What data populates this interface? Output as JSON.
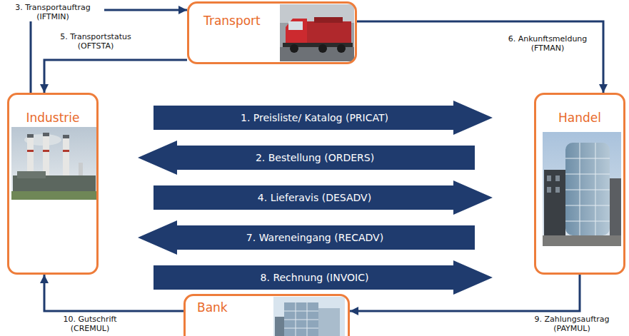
{
  "diagram": {
    "nodes": [
      {
        "text": [
          "Transport"
        ]
      },
      {
        "text": [
          "Industrie"
        ]
      },
      {
        "text": [
          "Handel"
        ]
      },
      {
        "text": [
          "Bank"
        ]
      }
    ],
    "edges": [
      {
        "from": 1,
        "to": 2,
        "arrow": "to",
        "label": "1. Preisliste/ Katalog (PRICAT)"
      },
      {
        "from": 2,
        "to": 1,
        "arrow": "to",
        "label": "2. Bestellung (ORDERS)"
      },
      {
        "from": 1,
        "to": 0,
        "arrow": "to",
        "label": "3. Transportauftrag (IFTMIN)"
      },
      {
        "from": 1,
        "to": 2,
        "arrow": "to",
        "label": "4. Lieferavis (DESADV)"
      },
      {
        "from": 0,
        "to": 1,
        "arrow": "to",
        "label": "5. Transportstatus (OFTSTA)"
      },
      {
        "from": 0,
        "to": 2,
        "arrow": "to",
        "label": "6. Ankunftsmeldung (FTMAN)"
      },
      {
        "from": 2,
        "to": 1,
        "arrow": "to",
        "label": "7. Wareneingang (RECADV)"
      },
      {
        "from": 1,
        "to": 2,
        "arrow": "to",
        "label": "8. Rechnung (INVOIC)"
      },
      {
        "from": 2,
        "to": 3,
        "arrow": "to",
        "label": "9. Zahlungsauftrag (PAYMUL)"
      },
      {
        "from": 3,
        "to": 1,
        "arrow": "to",
        "label": "10. Gutschrift (CREMUL)"
      }
    ]
  }
}
